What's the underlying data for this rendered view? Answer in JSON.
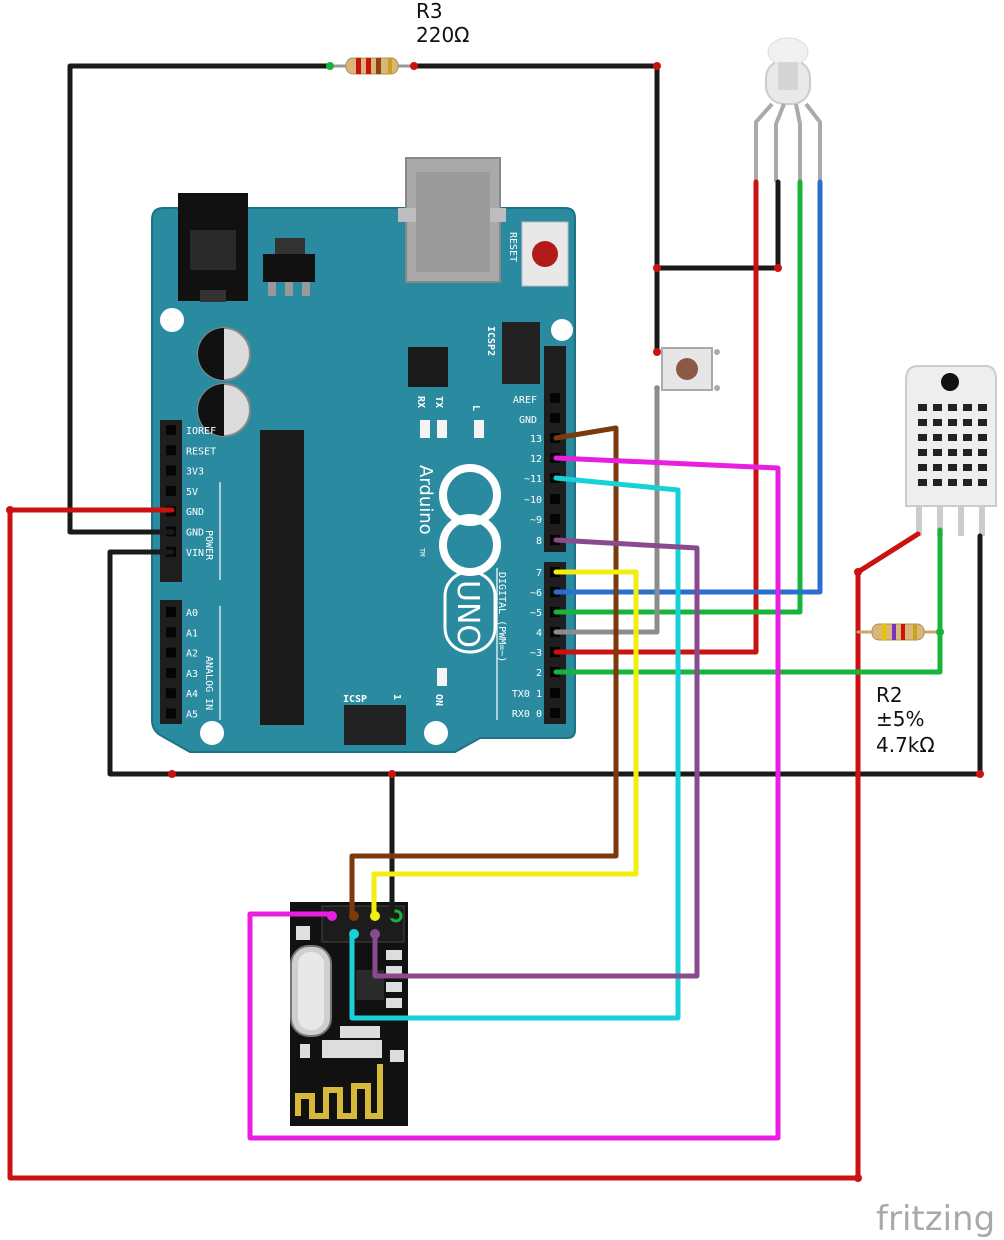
{
  "arduino": {
    "reset": "RESET",
    "icsp2": "ICSP2",
    "icsp": "ICSP",
    "icsp_pin1": "1",
    "tx": "TX",
    "rx": "RX",
    "l": "L",
    "on": "ON",
    "brand": "Arduino",
    "tm": "TM",
    "model": "UNO",
    "power": "POWER",
    "analog_in": "ANALOG IN",
    "digital": "DIGITAL (PWM=~)",
    "aref": "AREF",
    "gnd": "GND",
    "left_pins": [
      "IOREF",
      "RESET",
      "3V3",
      "5V",
      "GND",
      "GND",
      "VIN"
    ],
    "analog_pins": [
      "A0",
      "A1",
      "A2",
      "A3",
      "A4",
      "A5"
    ],
    "digital_pins": [
      "13",
      "12",
      "~11",
      "~10",
      "~9",
      "8",
      "7",
      "~6",
      "~5",
      "4",
      "~3",
      "2",
      "TX0 1",
      "RX0 0"
    ]
  },
  "resistors": {
    "r3_name": "R3",
    "r3_value": "220Ω",
    "r2_name": "R2",
    "r2_tolerance": "±5%",
    "r2_value": "4.7kΩ"
  },
  "watermark": "fritzing",
  "colors": {
    "board": "#2a8ba0",
    "board_edge": "#1f7184",
    "red": "#cc1111",
    "black": "#1a1a1a",
    "green": "#18b43a",
    "blue": "#2a6fd0",
    "magenta": "#e81ee0",
    "cyan": "#16d2d8",
    "yellow": "#f2ee10",
    "brown": "#7a3a0c",
    "purple": "#8a4a8e",
    "gray": "#8c8c8c"
  }
}
